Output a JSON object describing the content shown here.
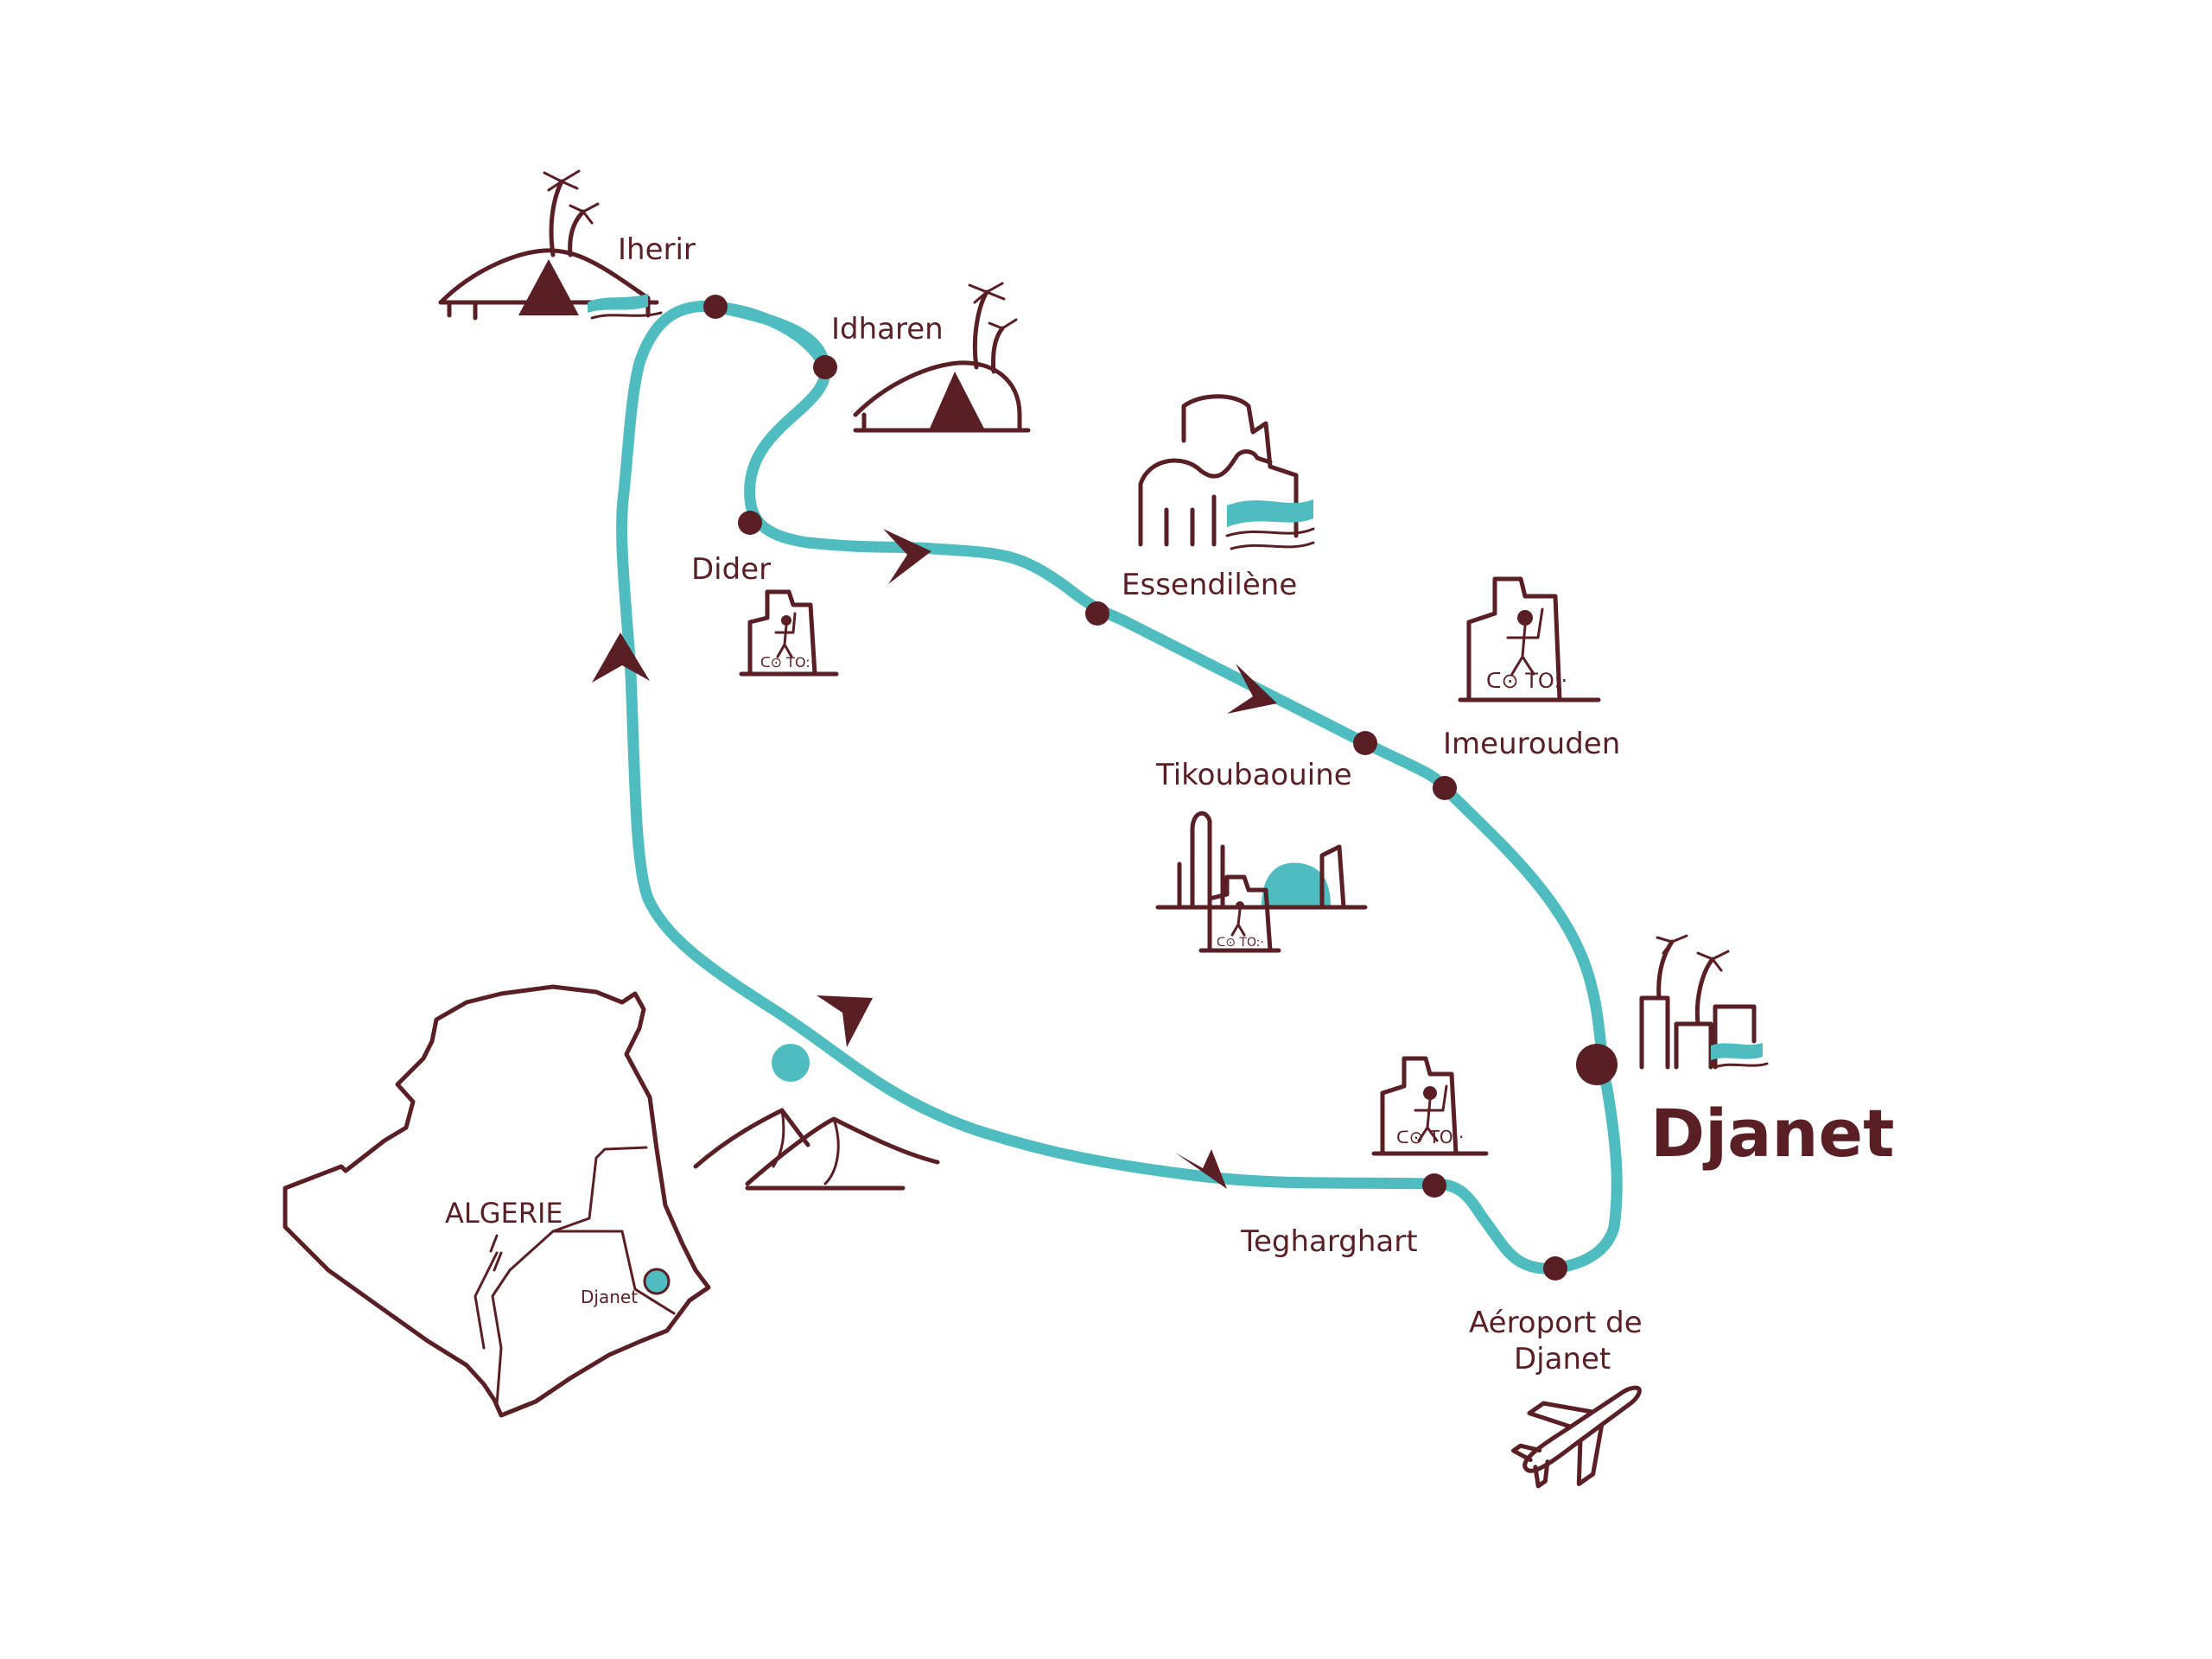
{
  "colors": {
    "route": "#4fbcbf",
    "ink": "#5a1f24",
    "accent": "#4fbcbf",
    "background": "#ffffff"
  },
  "route_direction": "counterclockwise",
  "stops": {
    "iherir": "Iherir",
    "idharen": "Idharen",
    "dider": "Dider",
    "essendilene": "Essendilène",
    "imeurouden": "Imeurouden",
    "tikoubaouine": "Tikoubaouine",
    "djanet": "Djanet",
    "tegharghart": "Tegharghart",
    "airport_line1": "Aéroport de",
    "airport_line2": "Djanet"
  },
  "inset": {
    "country": "ALGERIE",
    "city": "Djanet"
  },
  "icons": [
    "tent-palm-icon",
    "camel-rock-icon",
    "rock-art-icon",
    "rock-formation-icon",
    "oasis-village-icon",
    "sand-dunes-icon",
    "airplane-icon"
  ]
}
